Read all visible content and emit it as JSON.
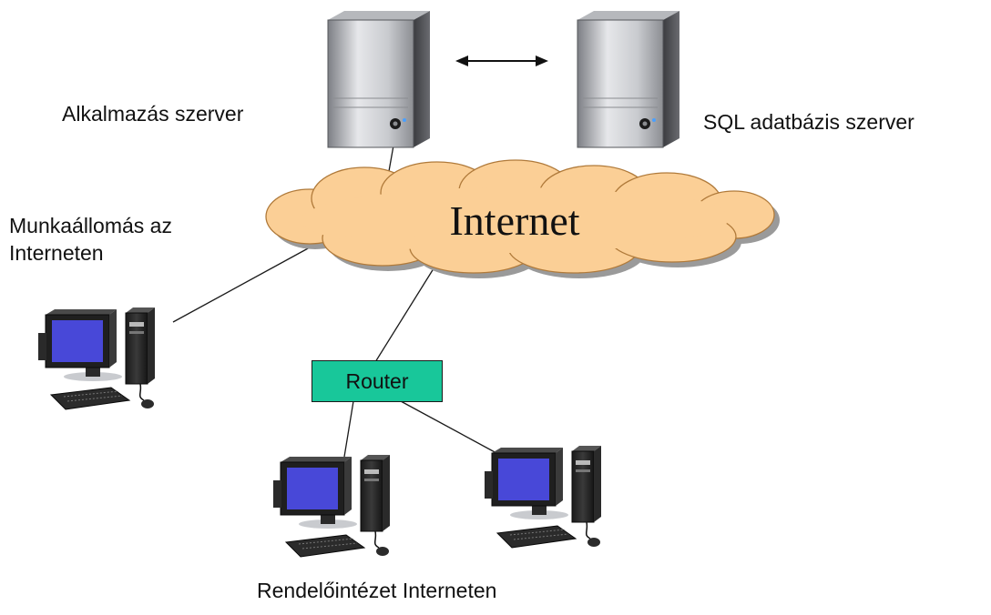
{
  "labels": {
    "app_server": "Alkalmazás szerver",
    "sql_server": "SQL adatbázis szerver",
    "cloud": "Internet",
    "workstation": "Munkaállomás az\nInterneten",
    "router": "Router",
    "clinic": "Rendelőintézet Interneten"
  },
  "colors": {
    "cloud_fill": "#fbcf96",
    "router_fill": "#18c79a",
    "monitor_screen": "#4848d8"
  },
  "icons": [
    "server-icon",
    "desktop-computer-icon",
    "double-arrow-icon",
    "cloud-icon"
  ]
}
